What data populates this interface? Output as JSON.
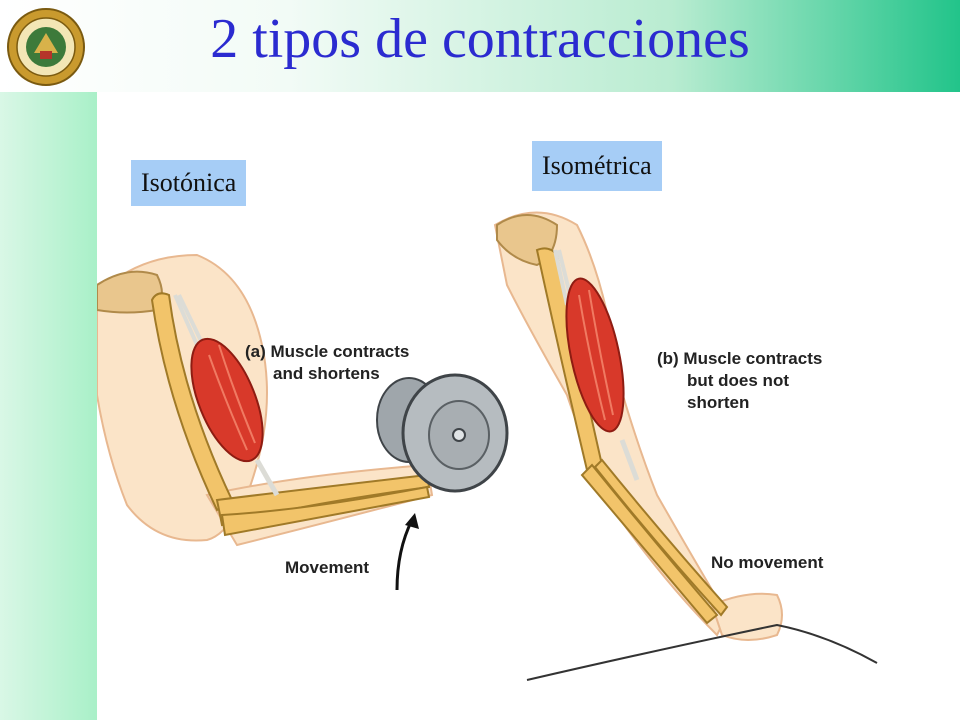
{
  "title": "2 tipos de contracciones",
  "labels": {
    "isotonica": "Isotónica",
    "isometrica": "Isométrica"
  },
  "figure": {
    "caption_a_line1": "(a) Muscle contracts",
    "caption_a_line2": "and shortens",
    "movement": "Movement",
    "caption_b_line1": "(b) Muscle contracts",
    "caption_b_line2": "but does not",
    "caption_b_line3": "shorten",
    "no_movement": "No movement"
  },
  "colors": {
    "title": "#2b2bd0",
    "label_bg": "#a6cdf6",
    "header_accent": "#22c48a",
    "sidebar": "#a9f0c8",
    "muscle": "#d8392a",
    "bone": "#f2c46a"
  },
  "icons": {
    "logo": "university-seal-icon"
  }
}
